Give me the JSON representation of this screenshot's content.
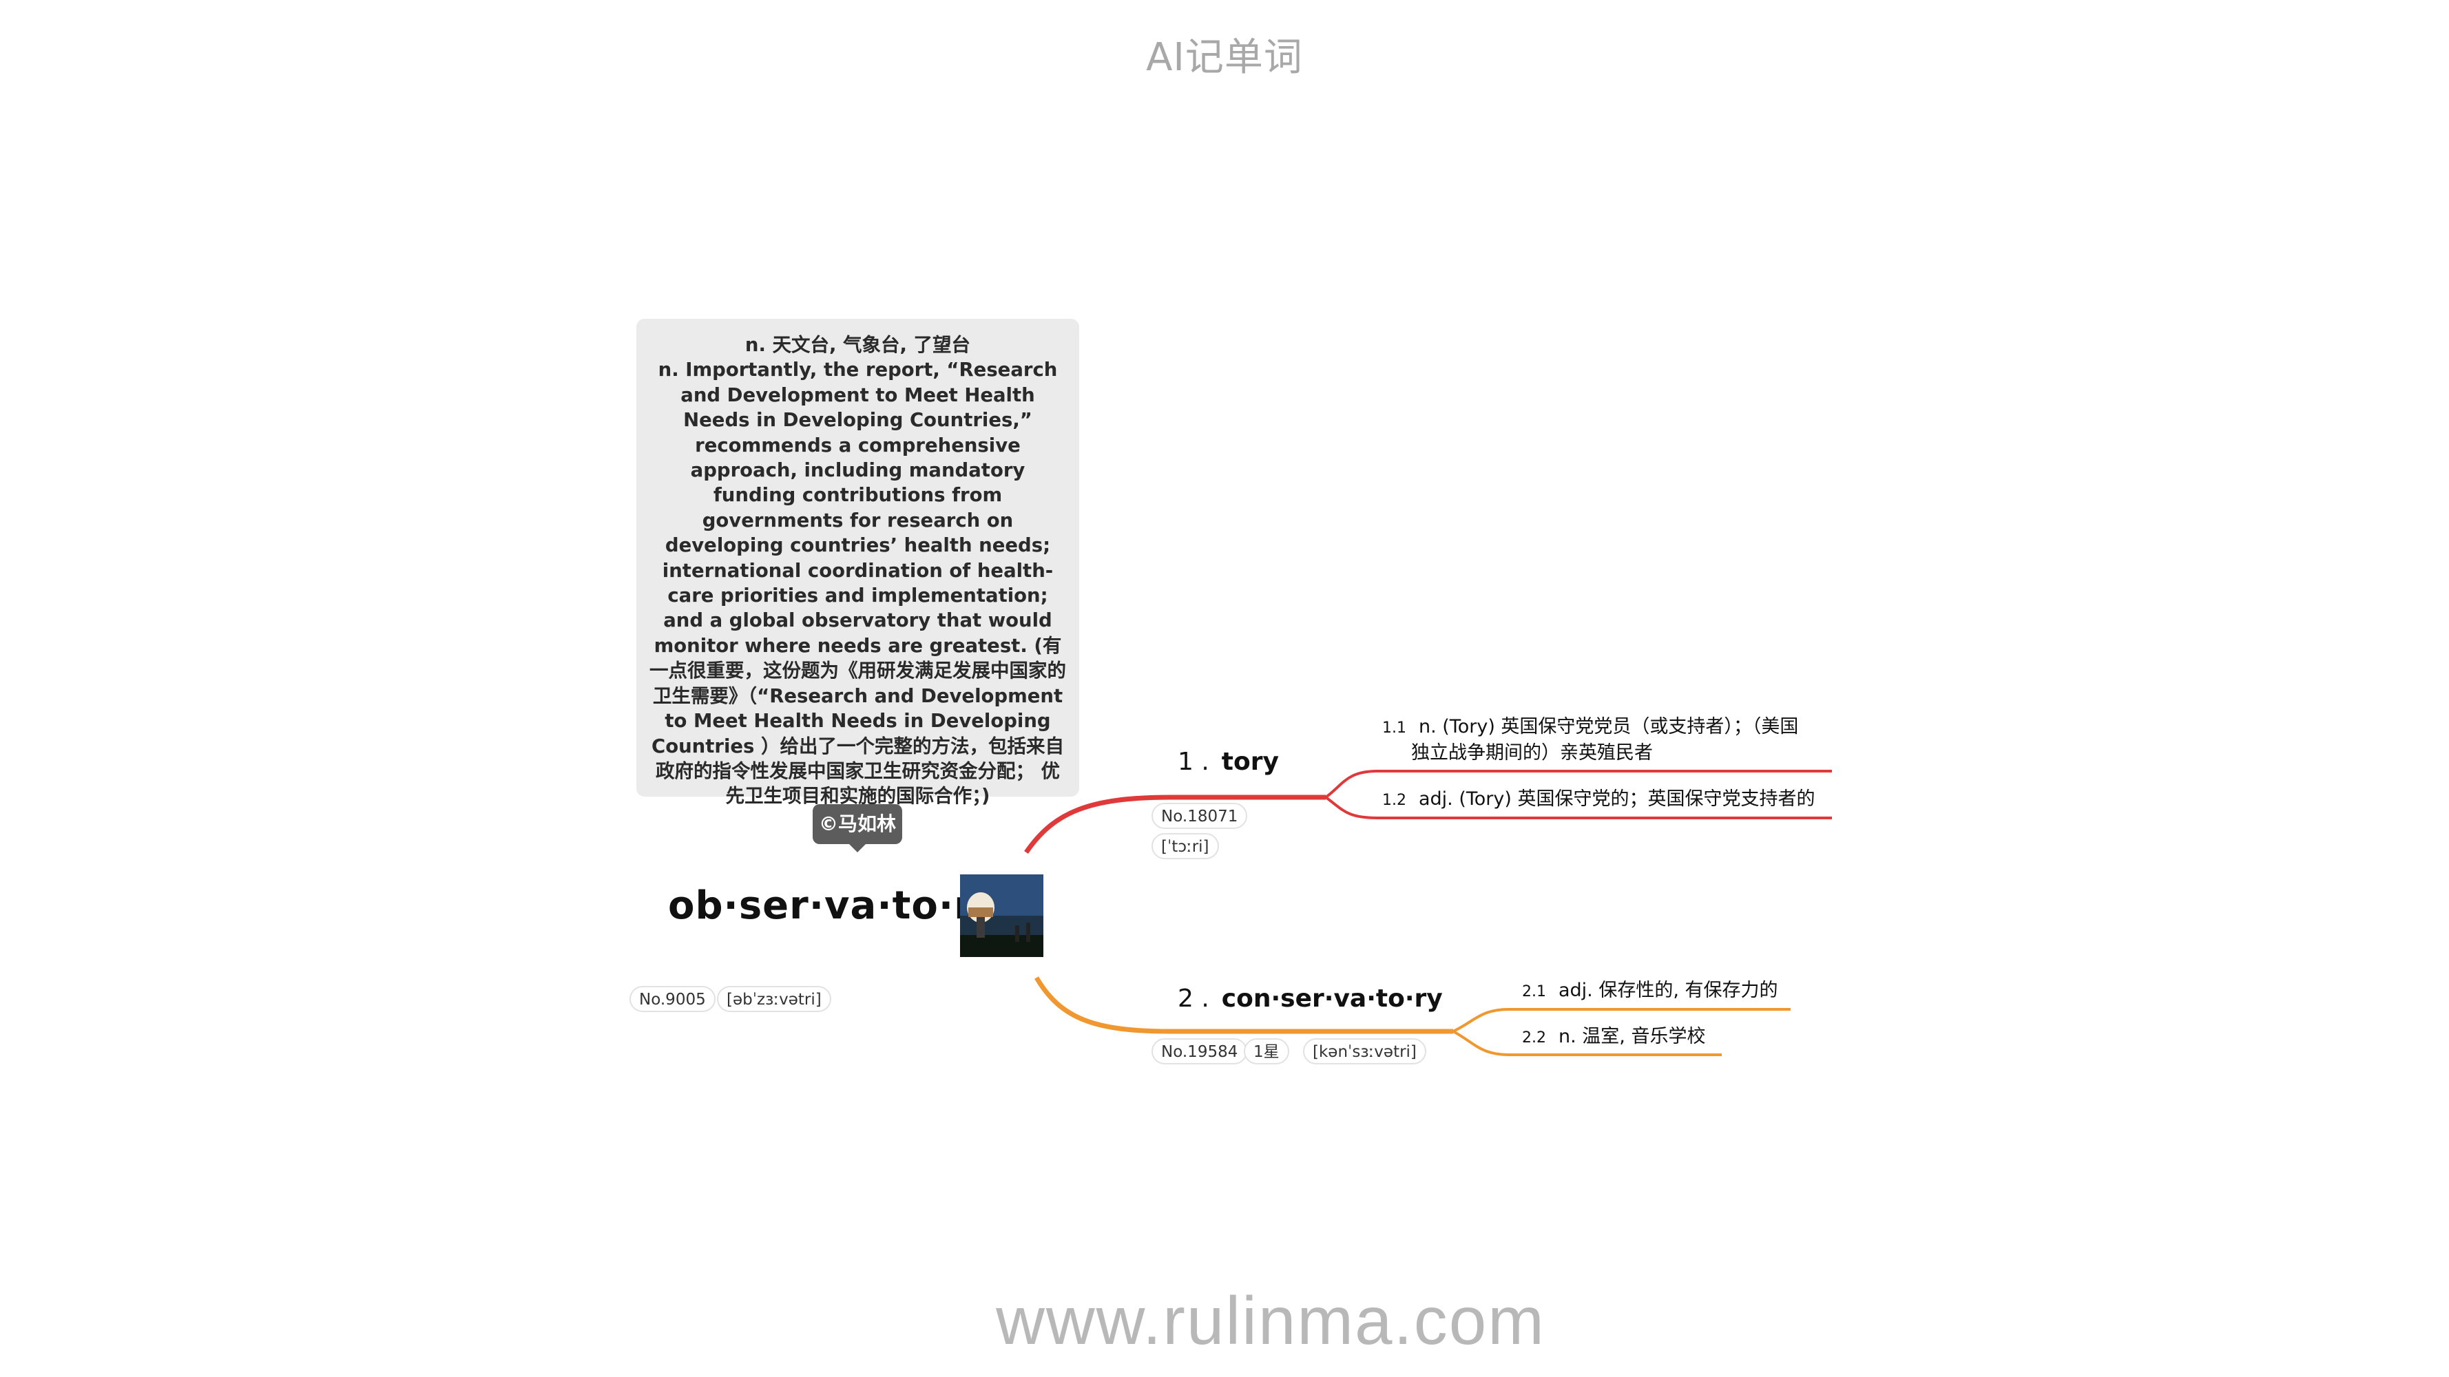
{
  "header": {
    "title": "AI记单词"
  },
  "footer": {
    "url": "www.rulinma.com"
  },
  "colors": {
    "branch1": "#e0393a",
    "branch2": "#f0982f",
    "note_bg": "#ebebeb",
    "badge_bg": "#5c5c5c"
  },
  "root": {
    "word": "ob·ser·va·to·ry",
    "number": "No.9005",
    "phonetic": "[əbˈzɜːvətri]",
    "image_icon": "observatory-photo",
    "note": {
      "definition": "n. 天文台, 气象台, 了望台",
      "example": "n. Importantly, the report, “Research and Development to Meet Health Needs in Developing Countries,” recommends a comprehensive approach, including mandatory funding contributions from governments for research on developing countries’ health needs; international coordination of health-care priorities and implementation; and a global observatory that would monitor where needs are greatest. (有一点很重要，这份题为《用研发满足发展中国家的卫生需要》（“Research and Development to Meet Health Needs in Developing Countries ）给出了一个完整的方法，包括来自政府的指令性发展中国家卫生研究资金分配； 优先卫生项目和实施的国际合作；)"
    },
    "author_badge": "©马如林"
  },
  "branches": [
    {
      "index": "1 .",
      "word": "tory",
      "number": "No.18071",
      "phonetic": "[ˈtɔːri]",
      "definitions": [
        {
          "num": "1.1",
          "lines": [
            "n. (Tory) 英国保守党党员（或支持者）；（美国",
            "独立战争期间的）亲英殖民者"
          ]
        },
        {
          "num": "1.2",
          "lines": [
            "adj. (Tory) 英国保守党的；英国保守党支持者的"
          ]
        }
      ]
    },
    {
      "index": "2 .",
      "word": "con·ser·va·to·ry",
      "number": "No.19584",
      "stars": "1星",
      "phonetic": "[kənˈsɜːvətri]",
      "definitions": [
        {
          "num": "2.1",
          "lines": [
            "adj. 保存性的, 有保存力的"
          ]
        },
        {
          "num": "2.2",
          "lines": [
            "n. 温室, 音乐学校"
          ]
        }
      ]
    }
  ]
}
